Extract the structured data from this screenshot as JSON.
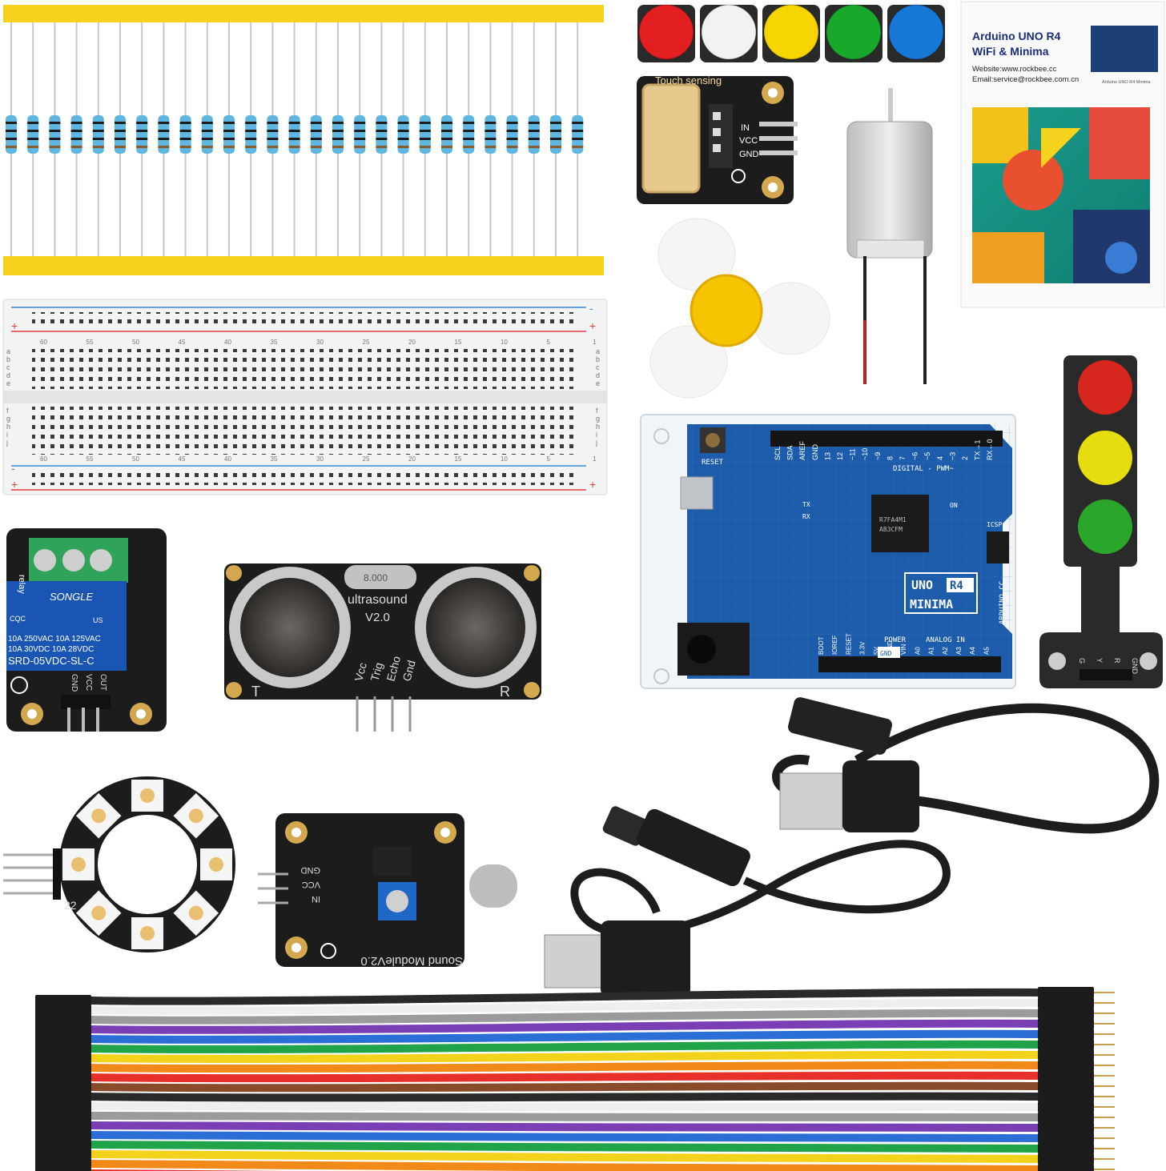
{
  "manual": {
    "title_line1": "Arduino UNO R4",
    "title_line2": "WiFi & Minima",
    "website": "Website:www.rockbee.cc",
    "email": "Email:service@rockbee.com.cn",
    "thumb_caption": "Arduino UNO R4 Minima"
  },
  "touch_module": {
    "title": "Touch sensing",
    "pin1": "IN",
    "pin2": "VCC",
    "pin3": "GND"
  },
  "board": {
    "reset": "RESET",
    "model_line1": "UNO",
    "model_tag": "R4",
    "model_line2": "MINIMA",
    "digital": "DIGITAL - PWM~",
    "power": "POWER",
    "analog": "ANALOG IN",
    "website": "ARDUINO.CC",
    "icsp": "ICSP",
    "on": "ON",
    "tx": "TX",
    "rx": "RX",
    "gnd": "GND",
    "chip1": "R7FA4M1",
    "chip2": "AB3CFM",
    "pins_top": [
      "SCL",
      "SDA",
      "AREF",
      "GND",
      "13",
      "12",
      "~11",
      "~10",
      "~9",
      "8",
      "7",
      "~6",
      "~5",
      "4",
      "~3",
      "2",
      "TX→1",
      "RX←0"
    ],
    "pins_bottom": [
      "BOOT",
      "IOREF",
      "RESET",
      "3.3V",
      "5V",
      "GND",
      "VIN",
      "A0",
      "A1",
      "A2",
      "A3",
      "A4",
      "A5"
    ]
  },
  "relay": {
    "brand": "SONGLE",
    "line1": "10A 250VAC  10A 125VAC",
    "line2": "10A 30VDC   10A 28VDC",
    "model": "SRD-05VDC-SL-C",
    "side": "relay",
    "pins": [
      "OUT",
      "VCC",
      "GND"
    ],
    "cert1": "CQC",
    "cert2": "US"
  },
  "ultrasound": {
    "title": "ultrasound",
    "version": "V2.0",
    "crystal": "8.000",
    "pins": [
      "Vcc",
      "Trig",
      "Echo",
      "Gnd"
    ],
    "left": "T",
    "right": "R"
  },
  "ring": {
    "label": "22"
  },
  "sound": {
    "title": "Sound ModuleV2.0",
    "pins": [
      "GND",
      "VCC",
      "IN"
    ]
  },
  "traffic": {
    "pins": [
      "G",
      "Y",
      "R",
      "GND"
    ]
  },
  "buttons": {
    "colors": [
      "#e31e1e",
      "#f2f2f2",
      "#f6d500",
      "#18a82c",
      "#1878d8"
    ]
  },
  "jumper_colors": [
    "#2a2a2a",
    "#eeeeee",
    "#9b9b9b",
    "#7a3fb5",
    "#2b6fd6",
    "#21a34a",
    "#f2d21a",
    "#f28a1a",
    "#e8302a",
    "#8a4b2a",
    "#2a2a2a",
    "#eeeeee",
    "#9b9b9b",
    "#7a3fb5",
    "#2b6fd6",
    "#21a34a",
    "#f2d21a",
    "#f28a1a",
    "#e8302a",
    "#a07850"
  ],
  "breadboard": {
    "letters_top": [
      "a",
      "b",
      "c",
      "d",
      "e"
    ],
    "letters_bottom": [
      "f",
      "g",
      "h",
      "i",
      "j"
    ],
    "numbers": [
      "60",
      "55",
      "50",
      "45",
      "40",
      "35",
      "30",
      "25",
      "20",
      "15",
      "10",
      "5",
      "1"
    ],
    "plus": "+",
    "minus": "-"
  }
}
